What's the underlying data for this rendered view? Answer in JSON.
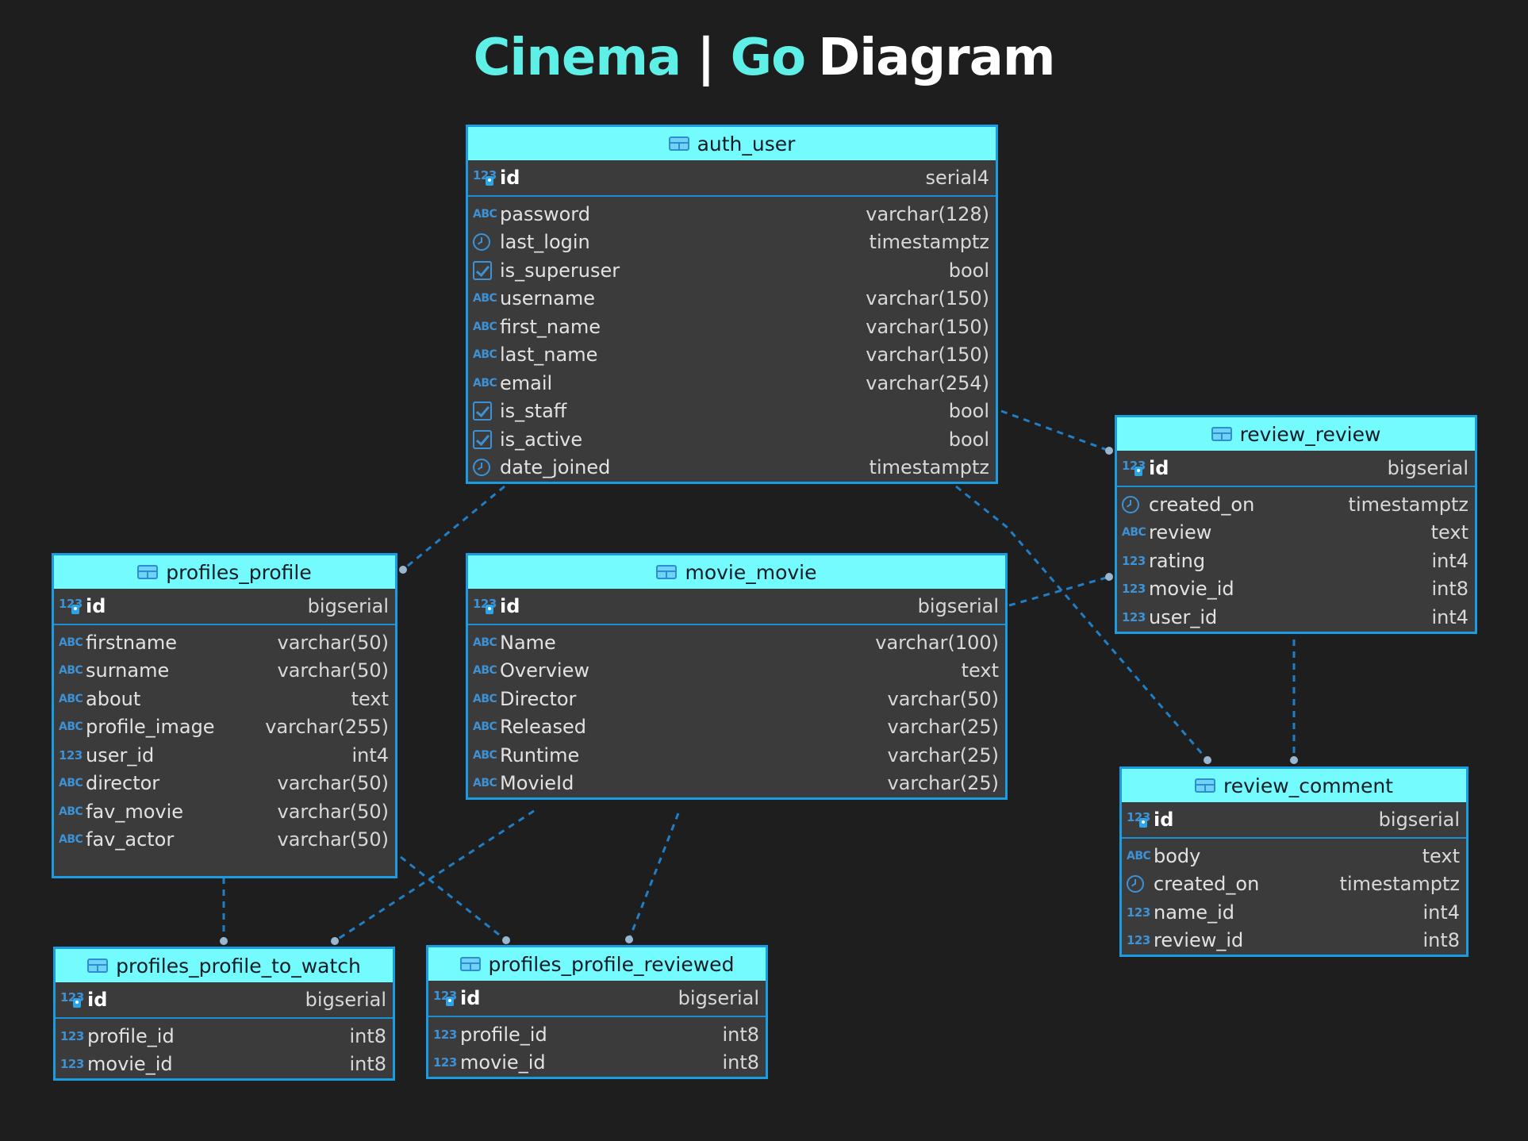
{
  "title": {
    "part1": "Cinema",
    "separator": "|",
    "part2": "Go",
    "part3": "Diagram"
  },
  "colors": {
    "header": "#73fbfd",
    "border": "#1a9ce0",
    "background": "#1e1e1e",
    "panel": "#3b3b3b",
    "title_accent": "#5ef0e6"
  },
  "tables": {
    "auth_user": {
      "name": "auth_user",
      "columns": [
        {
          "icon": "key-icon",
          "name": "id",
          "type": "serial4"
        },
        {
          "icon": "text-icon",
          "name": "password",
          "type": "varchar(128)"
        },
        {
          "icon": "clock-icon",
          "name": "last_login",
          "type": "timestamptz"
        },
        {
          "icon": "checkbox-icon",
          "name": "is_superuser",
          "type": "bool"
        },
        {
          "icon": "text-icon",
          "name": "username",
          "type": "varchar(150)"
        },
        {
          "icon": "text-icon",
          "name": "first_name",
          "type": "varchar(150)"
        },
        {
          "icon": "text-icon",
          "name": "last_name",
          "type": "varchar(150)"
        },
        {
          "icon": "text-icon",
          "name": "email",
          "type": "varchar(254)"
        },
        {
          "icon": "checkbox-icon",
          "name": "is_staff",
          "type": "bool"
        },
        {
          "icon": "checkbox-icon",
          "name": "is_active",
          "type": "bool"
        },
        {
          "icon": "clock-icon",
          "name": "date_joined",
          "type": "timestamptz"
        }
      ]
    },
    "review_review": {
      "name": "review_review",
      "columns": [
        {
          "icon": "key-icon",
          "name": "id",
          "type": "bigserial"
        },
        {
          "icon": "clock-icon",
          "name": "created_on",
          "type": "timestamptz"
        },
        {
          "icon": "text-icon",
          "name": "review",
          "type": "text"
        },
        {
          "icon": "number-icon",
          "name": "rating",
          "type": "int4"
        },
        {
          "icon": "number-icon",
          "name": "movie_id",
          "type": "int8"
        },
        {
          "icon": "number-icon",
          "name": "user_id",
          "type": "int4"
        }
      ]
    },
    "profiles_profile": {
      "name": "profiles_profile",
      "columns": [
        {
          "icon": "key-icon",
          "name": "id",
          "type": "bigserial"
        },
        {
          "icon": "text-icon",
          "name": "firstname",
          "type": "varchar(50)"
        },
        {
          "icon": "text-icon",
          "name": "surname",
          "type": "varchar(50)"
        },
        {
          "icon": "text-icon",
          "name": "about",
          "type": "text"
        },
        {
          "icon": "text-icon",
          "name": "profile_image",
          "type": "varchar(255)"
        },
        {
          "icon": "number-icon",
          "name": "user_id",
          "type": "int4"
        },
        {
          "icon": "text-icon",
          "name": "director",
          "type": "varchar(50)"
        },
        {
          "icon": "text-icon",
          "name": "fav_movie",
          "type": "varchar(50)"
        },
        {
          "icon": "text-icon",
          "name": "fav_actor",
          "type": "varchar(50)"
        }
      ]
    },
    "movie_movie": {
      "name": "movie_movie",
      "columns": [
        {
          "icon": "key-icon",
          "name": "id",
          "type": "bigserial"
        },
        {
          "icon": "text-icon",
          "name": "Name",
          "type": "varchar(100)"
        },
        {
          "icon": "text-icon",
          "name": "Overview",
          "type": "text"
        },
        {
          "icon": "text-icon",
          "name": "Director",
          "type": "varchar(50)"
        },
        {
          "icon": "text-icon",
          "name": "Released",
          "type": "varchar(25)"
        },
        {
          "icon": "text-icon",
          "name": "Runtime",
          "type": "varchar(25)"
        },
        {
          "icon": "text-icon",
          "name": "MovieId",
          "type": "varchar(25)"
        }
      ]
    },
    "review_comment": {
      "name": "review_comment",
      "columns": [
        {
          "icon": "key-icon",
          "name": "id",
          "type": "bigserial"
        },
        {
          "icon": "text-icon",
          "name": "body",
          "type": "text"
        },
        {
          "icon": "clock-icon",
          "name": "created_on",
          "type": "timestamptz"
        },
        {
          "icon": "number-icon",
          "name": "name_id",
          "type": "int4"
        },
        {
          "icon": "number-icon",
          "name": "review_id",
          "type": "int8"
        }
      ]
    },
    "profiles_profile_to_watch": {
      "name": "profiles_profile_to_watch",
      "columns": [
        {
          "icon": "key-icon",
          "name": "id",
          "type": "bigserial"
        },
        {
          "icon": "number-icon",
          "name": "profile_id",
          "type": "int8"
        },
        {
          "icon": "number-icon",
          "name": "movie_id",
          "type": "int8"
        }
      ]
    },
    "profiles_profile_reviewed": {
      "name": "profiles_profile_reviewed",
      "columns": [
        {
          "icon": "key-icon",
          "name": "id",
          "type": "bigserial"
        },
        {
          "icon": "number-icon",
          "name": "profile_id",
          "type": "int8"
        },
        {
          "icon": "number-icon",
          "name": "movie_id",
          "type": "int8"
        }
      ]
    }
  }
}
